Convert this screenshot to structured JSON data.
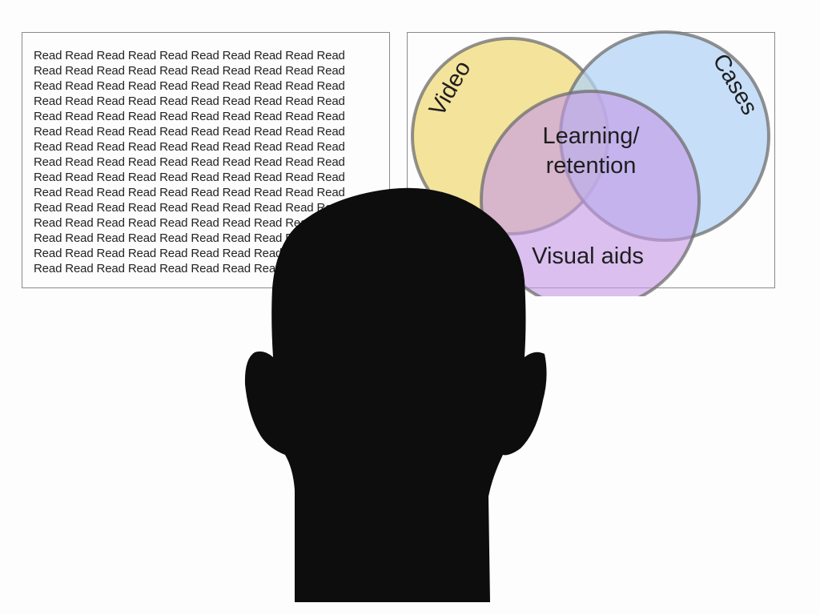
{
  "left_panel": {
    "word": "Read",
    "words_per_line": 10,
    "line_count": 15
  },
  "venn": {
    "circles": [
      {
        "label": "Video",
        "color": "#f2de8a"
      },
      {
        "label": "Cases",
        "color": "#b3d3f4"
      },
      {
        "label": "Visual aids",
        "color": "#c59ae6"
      }
    ],
    "center_label_line1": "Learning/",
    "center_label_line2": "retention"
  },
  "silhouette": {
    "color": "#0d0d0d"
  }
}
